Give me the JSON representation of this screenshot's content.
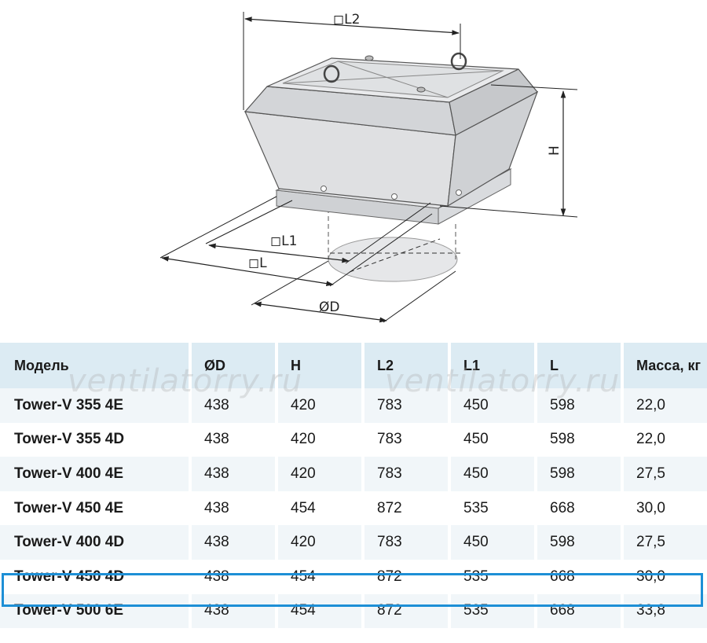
{
  "drawing": {
    "dimension_labels": {
      "l2": "◻L2",
      "h": "H",
      "l1": "◻L1",
      "l": "◻L",
      "d": "ØD"
    }
  },
  "watermark": "ventilatorry.ru",
  "table": {
    "headers": [
      "Модель",
      "ØD",
      "H",
      "L2",
      "L1",
      "L",
      "Масса, кг"
    ],
    "rows": [
      [
        "Tower-V 355 4E",
        "438",
        "420",
        "783",
        "450",
        "598",
        "22,0"
      ],
      [
        "Tower-V 355 4D",
        "438",
        "420",
        "783",
        "450",
        "598",
        "22,0"
      ],
      [
        "Tower-V 400 4E",
        "438",
        "420",
        "783",
        "450",
        "598",
        "27,5"
      ],
      [
        "Tower-V 450 4E",
        "438",
        "454",
        "872",
        "535",
        "668",
        "30,0"
      ],
      [
        "Tower-V 400 4D",
        "438",
        "420",
        "783",
        "450",
        "598",
        "27,5"
      ],
      [
        "Tower-V 450 4D",
        "438",
        "454",
        "872",
        "535",
        "668",
        "30,0"
      ],
      [
        "Tower-V 500 6E",
        "438",
        "454",
        "872",
        "535",
        "668",
        "33,8"
      ]
    ],
    "highlighted_row_index": 5,
    "colors": {
      "header_bg": "#dcebf3",
      "stripe_bg": "#f1f6f9",
      "highlight_border": "#1d8fd6"
    }
  }
}
